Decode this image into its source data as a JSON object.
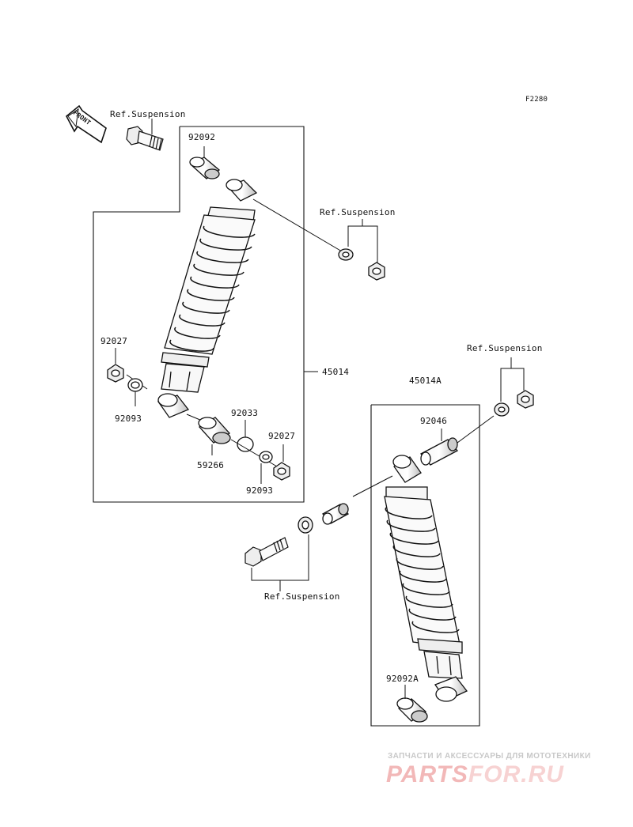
{
  "figure_code": "F2280",
  "front_arrow": {
    "text": "FRONT"
  },
  "ref_labels": {
    "top_bolt": "Ref.Suspension",
    "upper_right": "Ref.Suspension",
    "right": "Ref.Suspension",
    "bottom": "Ref.Suspension"
  },
  "parts": {
    "p92092": "92092",
    "p92027_left": "92027",
    "p92093_left": "92093",
    "p92033": "92033",
    "p92027_right": "92027",
    "p59266": "59266",
    "p92093_right": "92093",
    "p45014": "45014",
    "p45014A": "45014A",
    "p92046": "92046",
    "p92092A": "92092A"
  },
  "watermark": {
    "tagline": "ЗАПЧАСТИ И АКСЕССУАРЫ ДЛЯ МОТОТЕХНИКИ",
    "brand_part1": "PARTS",
    "brand_part2": "FOR.RU"
  },
  "colors": {
    "line": "#111111",
    "watermark_red": "#f2b8b8"
  }
}
